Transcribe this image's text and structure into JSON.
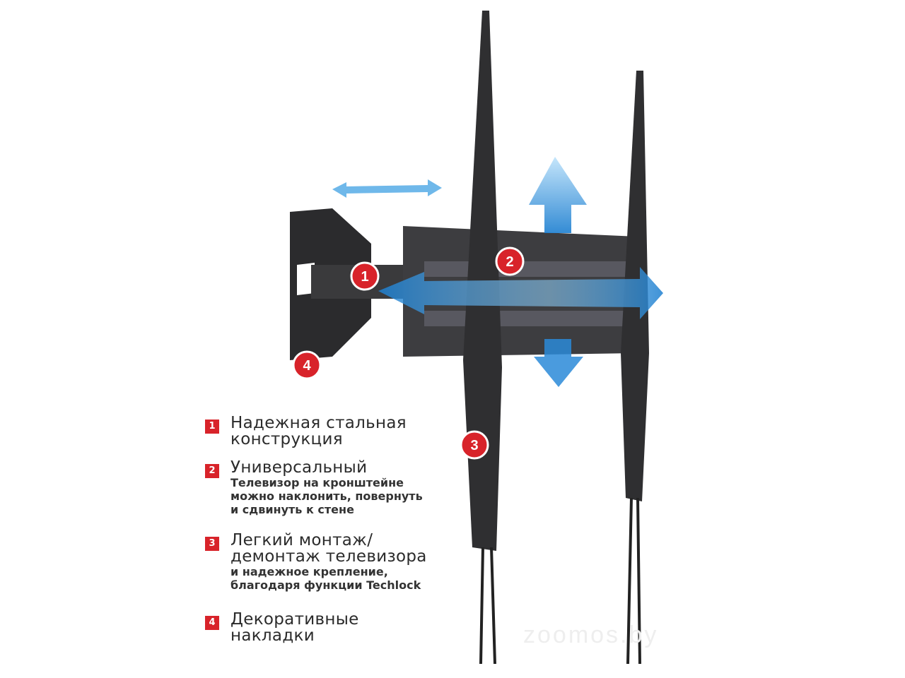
{
  "features": [
    {
      "number": "1",
      "title": "Надежная стальная\nконструкция",
      "description": ""
    },
    {
      "number": "2",
      "title": "Универсальный",
      "description": "Телевизор на кронштейне\nможно наклонить, повернуть\nи сдвинуть к стене"
    },
    {
      "number": "3",
      "title": "Легкий монтаж/\nдемонтаж  телевизора",
      "description": "и надежное крепление,\nблагодаря функции Techlock"
    },
    {
      "number": "4",
      "title": "Декоративные\nнакладки",
      "description": ""
    }
  ],
  "callouts": [
    "1",
    "2",
    "3",
    "4"
  ],
  "watermark": "zoomos.by",
  "colors": {
    "accent": "#d8232a",
    "arrow": "#2a8ad8",
    "metal": "#2e2e30"
  }
}
